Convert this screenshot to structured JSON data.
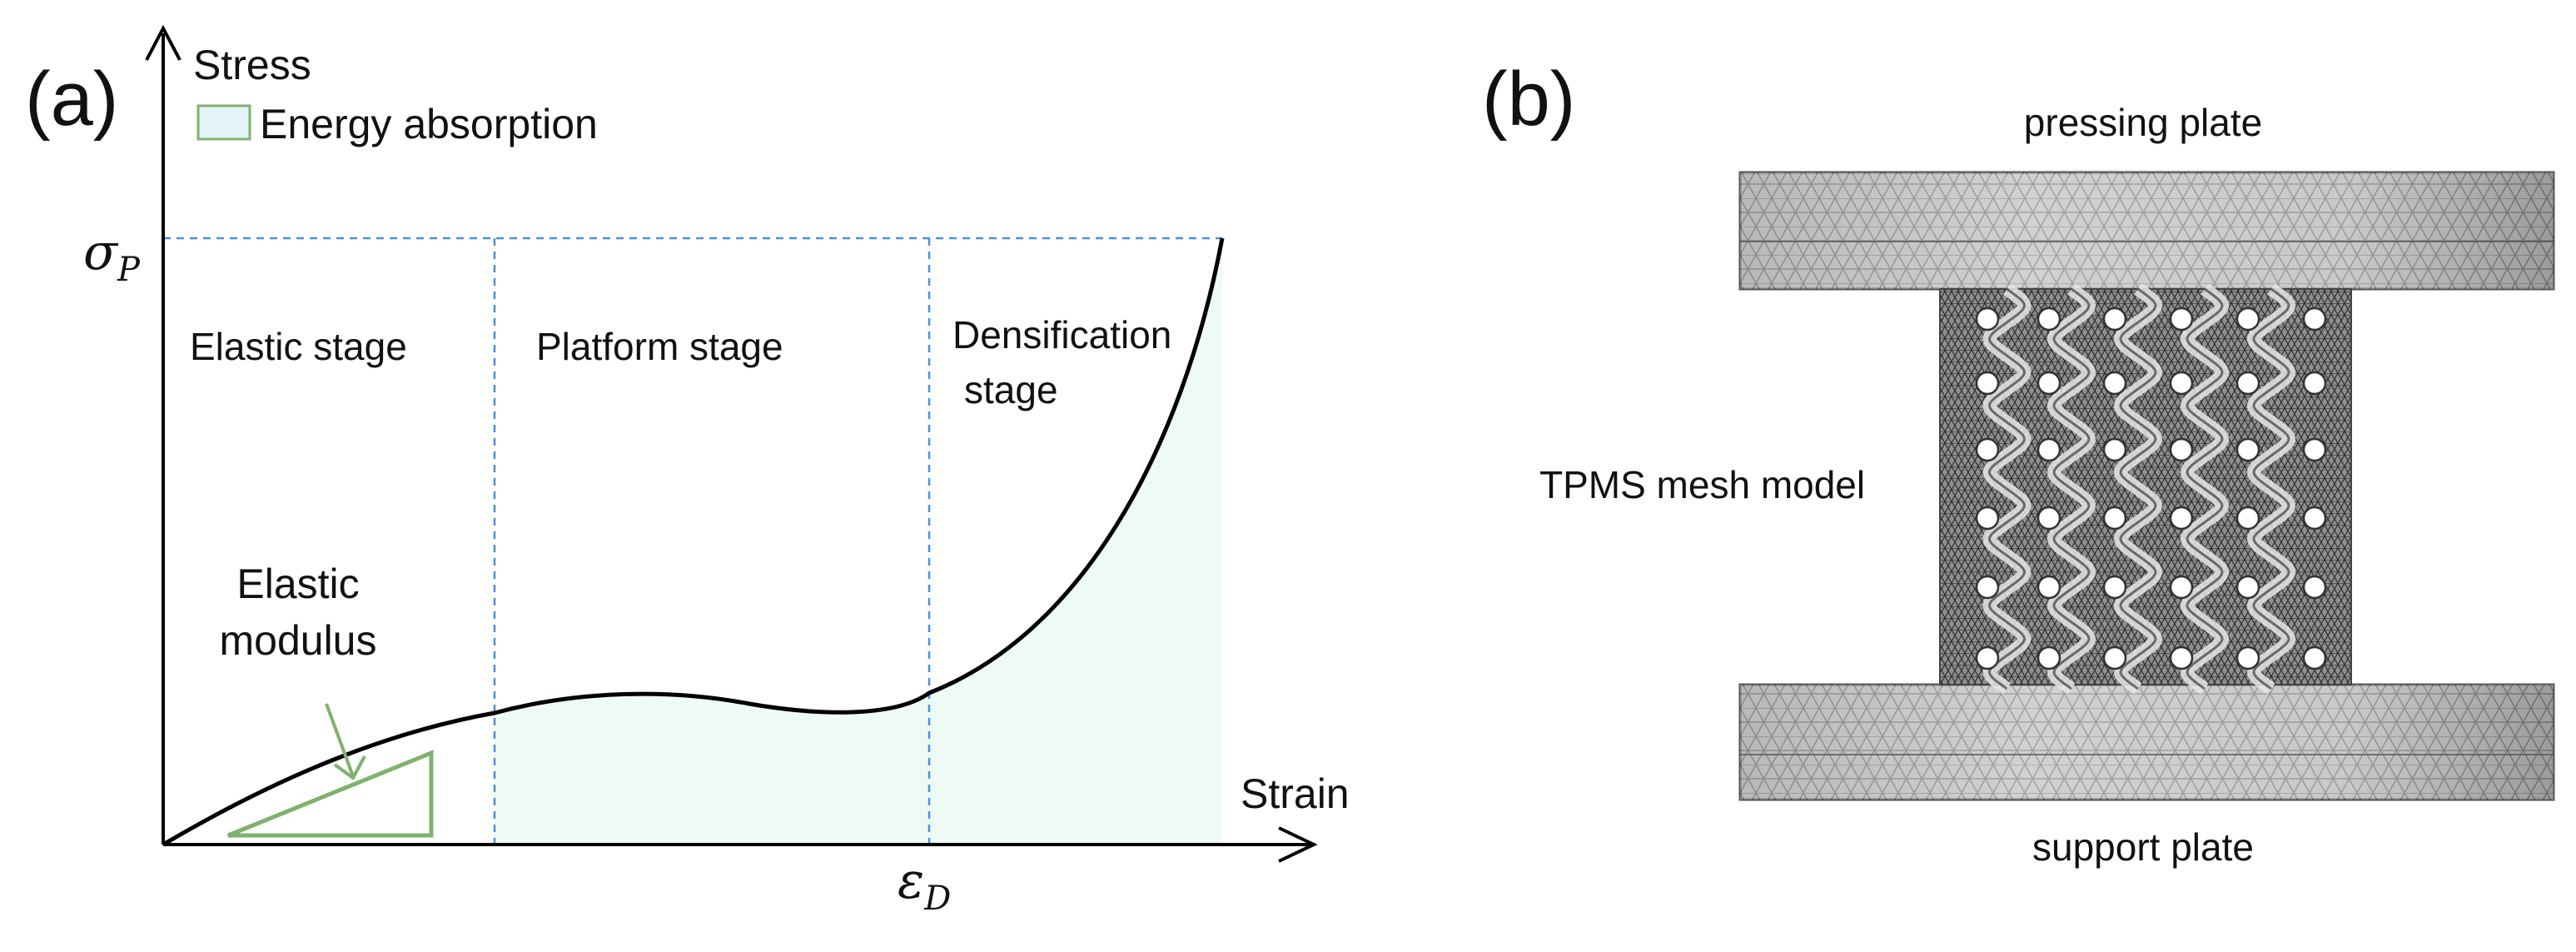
{
  "panel_a": {
    "label": "(a)",
    "y_axis_label": "Stress",
    "x_axis_label": "Strain",
    "legend_label": "Energy absorption",
    "sigma_symbol": "σ",
    "sigma_subscript": "P",
    "eps_symbol": "ε",
    "eps_subscript": "D",
    "stage_elastic": "Elastic stage",
    "stage_platform": "Platform stage",
    "stage_densification_line1": "Densification",
    "stage_densification_line2": "stage",
    "modulus_line1": "Elastic",
    "modulus_line2": "modulus"
  },
  "panel_b": {
    "label": "(b)",
    "top_label": "pressing plate",
    "side_label": "TPMS mesh model",
    "bottom_label": "support plate"
  },
  "colors": {
    "energy_fill": "#eefaf5",
    "legend_fill": "#e3f4f8",
    "guide_line": "#4a90e2",
    "triangle": "#7fb26e",
    "plate_gray": "#bdbdbd",
    "mesh_gray": "#8c8c8c"
  }
}
